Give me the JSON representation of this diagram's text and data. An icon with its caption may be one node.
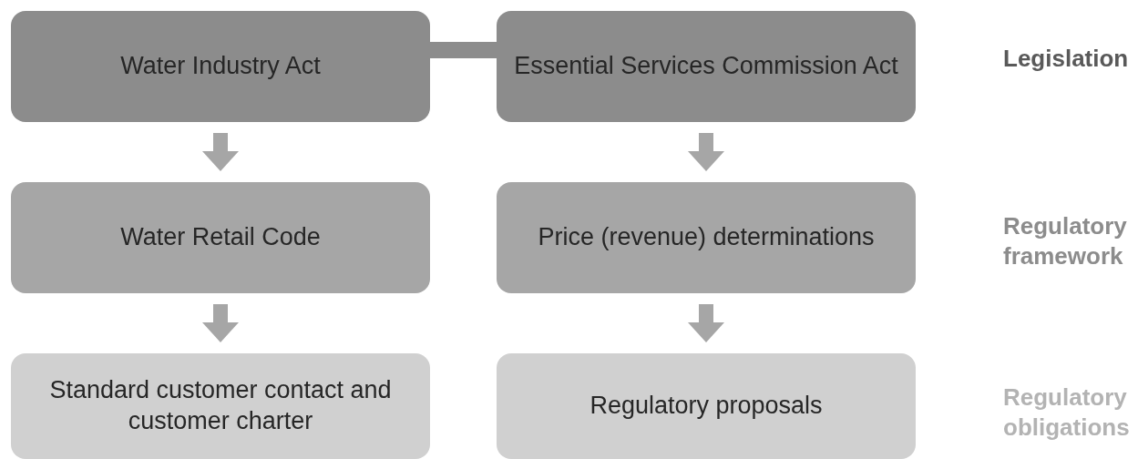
{
  "diagram": {
    "nodes": [
      {
        "text": [
          "Water Industry Act"
        ]
      },
      {
        "text": [
          "Essential Services Commission Act"
        ]
      },
      {
        "text": [
          "Water Retail Code"
        ]
      },
      {
        "text": [
          "Price (revenue) determinations"
        ]
      },
      {
        "text": [
          "Standard customer contact and customer charter"
        ]
      },
      {
        "text": [
          "Regulatory proposals"
        ]
      }
    ],
    "edges": [
      {
        "from": 0,
        "to": 1,
        "arrow": "none",
        "color": "#8c8c8c"
      },
      {
        "from": 0,
        "to": 2,
        "arrow": "to"
      },
      {
        "from": 1,
        "to": 3,
        "arrow": "to"
      },
      {
        "from": 2,
        "to": 4,
        "arrow": "to"
      },
      {
        "from": 3,
        "to": 5,
        "arrow": "to"
      }
    ],
    "labels": [
      "Legislation",
      "Regulatory framework",
      "Regulatory obligations"
    ]
  }
}
